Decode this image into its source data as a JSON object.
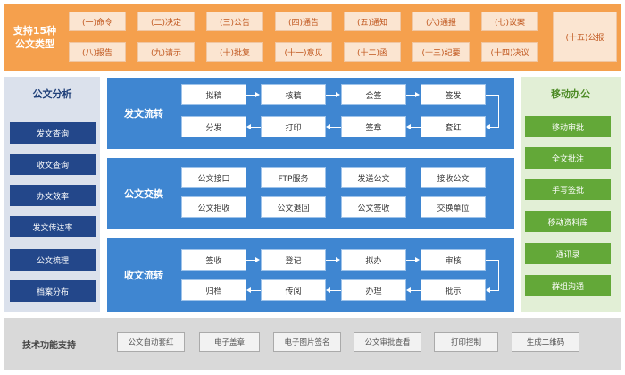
{
  "doc_types": {
    "title": "支持15种公文类型",
    "items": [
      "(一)命令",
      "(二)决定",
      "(三)公告",
      "(四)通告",
      "(五)通知",
      "(六)通报",
      "(七)议案",
      "(八)报告",
      "(九)请示",
      "(十)批复",
      "(十一)意见",
      "(十二)函",
      "(十三)纪要",
      "(十四)决议",
      "(十五)公报"
    ]
  },
  "analysis": {
    "title": "公文分析",
    "items": [
      "发文查询",
      "收文查询",
      "办文效率",
      "发文传达率",
      "公文梳理",
      "档案分布"
    ]
  },
  "send_flow": {
    "title": "发文流转",
    "row1": [
      "拟稿",
      "核稿",
      "会签",
      "签发"
    ],
    "row2": [
      "分发",
      "打印",
      "签章",
      "套红"
    ]
  },
  "exchange": {
    "title": "公文交换",
    "row1": [
      "公文接口",
      "FTP服务",
      "发送公文",
      "接收公文"
    ],
    "row2": [
      "公文拒收",
      "公文退回",
      "公文签收",
      "交换单位"
    ]
  },
  "receive_flow": {
    "title": "收文流转",
    "row1": [
      "签收",
      "登记",
      "拟办",
      "审核"
    ],
    "row2": [
      "归档",
      "传阅",
      "办理",
      "批示"
    ]
  },
  "mobile": {
    "title": "移动办公",
    "items": [
      "移动审批",
      "全文批注",
      "手写签批",
      "移动资料库",
      "通讯录",
      "群组沟通"
    ]
  },
  "tech": {
    "title": "技术功能支持",
    "items": [
      "公文自动套红",
      "电子盖章",
      "电子图片签名",
      "公文审批查看",
      "打印控制",
      "生成二维码"
    ]
  }
}
